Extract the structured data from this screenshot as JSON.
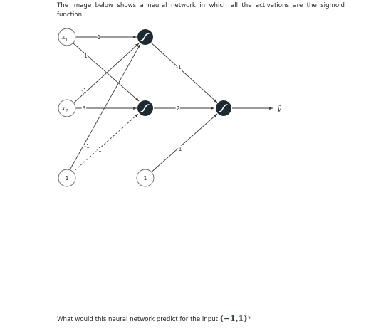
{
  "intro_text": "The image below shows a neural network in which all the activations are the sigmoid function.",
  "question": {
    "prefix": "What would this neural network predict for the input ",
    "input_value": "(−1,1)",
    "suffix": "?"
  },
  "diagram": {
    "inputs": [
      {
        "id": "x1",
        "base": "x",
        "sub": "1"
      },
      {
        "id": "x2",
        "base": "x",
        "sub": "2"
      },
      {
        "id": "b1",
        "label": "1"
      }
    ],
    "hidden": [
      {
        "id": "h1",
        "activation": "sigmoid"
      },
      {
        "id": "h2",
        "activation": "sigmoid"
      },
      {
        "id": "b2",
        "label": "1"
      }
    ],
    "output_neuron": {
      "id": "o",
      "activation": "sigmoid"
    },
    "output_label": "ŷ",
    "edges": [
      {
        "from": "x1",
        "to": "h1",
        "weight": "1"
      },
      {
        "from": "x1",
        "to": "h2",
        "weight": "-1"
      },
      {
        "from": "x2",
        "to": "h1",
        "weight": "-1"
      },
      {
        "from": "x2",
        "to": "h2",
        "weight": "3"
      },
      {
        "from": "b1",
        "to": "h1",
        "weight": "-1"
      },
      {
        "from": "b1",
        "to": "h2",
        "weight": "-1"
      },
      {
        "from": "h1",
        "to": "o",
        "weight": "-1"
      },
      {
        "from": "h2",
        "to": "o",
        "weight": "2"
      },
      {
        "from": "b2",
        "to": "o",
        "weight": "1"
      }
    ]
  }
}
